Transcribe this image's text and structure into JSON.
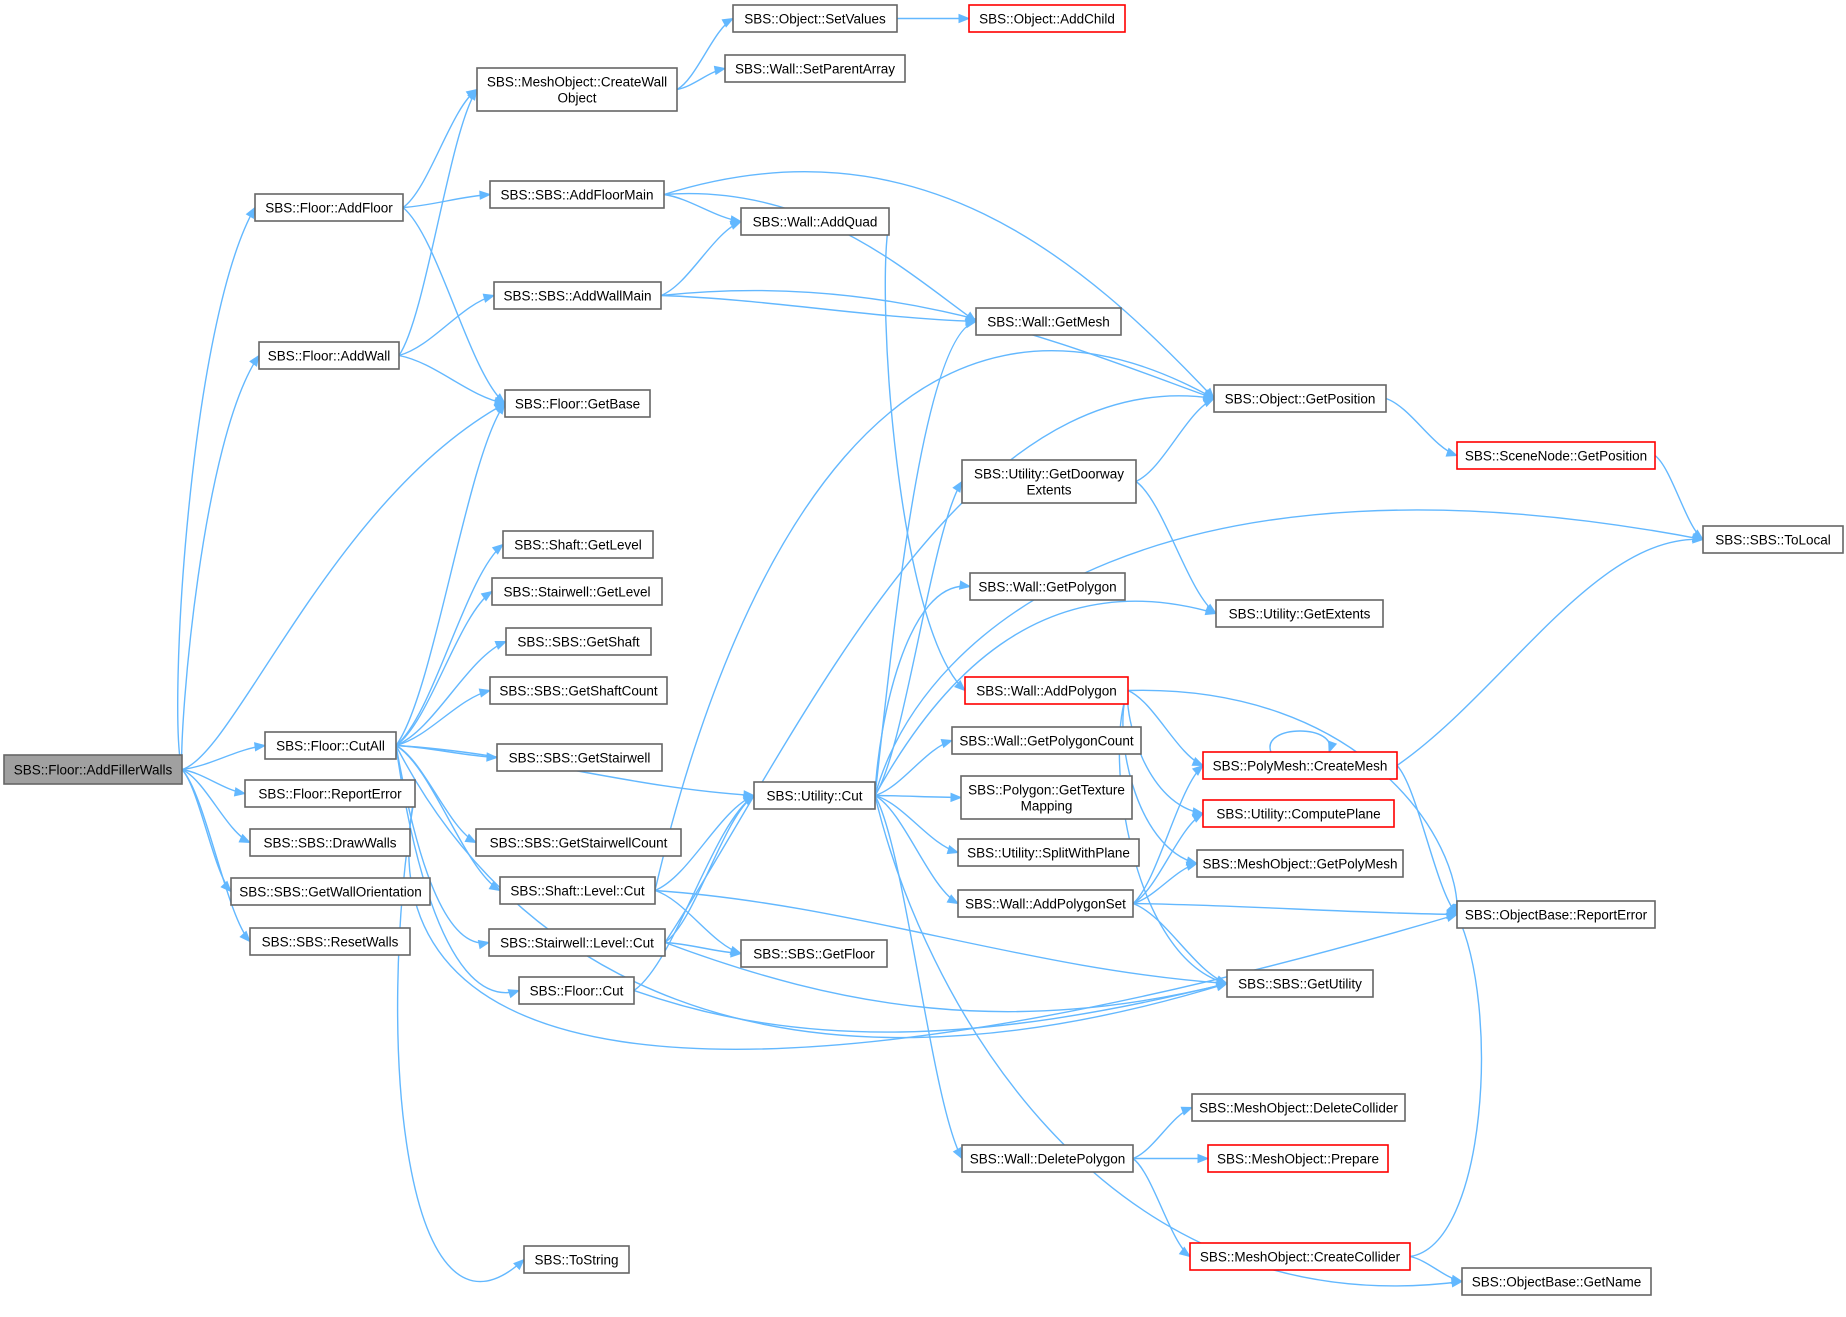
{
  "colors": {
    "edge": "#63b8ff",
    "node_border": "#666666",
    "truncated_border": "#ff0000",
    "root_fill": "#a0a0a0",
    "node_fill": "#ffffff"
  },
  "nodes": [
    {
      "id": "addfillerwalls",
      "lines": [
        "SBS::Floor::AddFillerWalls"
      ],
      "root": true
    },
    {
      "id": "addfloor",
      "lines": [
        "SBS::Floor::AddFloor"
      ]
    },
    {
      "id": "addwall",
      "lines": [
        "SBS::Floor::AddWall"
      ]
    },
    {
      "id": "getbase",
      "lines": [
        "SBS::Floor::GetBase"
      ]
    },
    {
      "id": "cutall",
      "lines": [
        "SBS::Floor::CutAll"
      ]
    },
    {
      "id": "reporterror",
      "lines": [
        "SBS::Floor::ReportError"
      ]
    },
    {
      "id": "drawwalls",
      "lines": [
        "SBS::SBS::DrawWalls"
      ]
    },
    {
      "id": "getwallorientation",
      "lines": [
        "SBS::SBS::GetWallOrientation"
      ]
    },
    {
      "id": "resetwalls",
      "lines": [
        "SBS::SBS::ResetWalls"
      ]
    },
    {
      "id": "createwallobject",
      "lines": [
        "SBS::MeshObject::CreateWall",
        "Object"
      ]
    },
    {
      "id": "setvalues",
      "lines": [
        "SBS::Object::SetValues"
      ]
    },
    {
      "id": "addchild",
      "lines": [
        "SBS::Object::AddChild"
      ],
      "truncated": true
    },
    {
      "id": "setparentarray",
      "lines": [
        "SBS::Wall::SetParentArray"
      ]
    },
    {
      "id": "addfloormain",
      "lines": [
        "SBS::SBS::AddFloorMain"
      ]
    },
    {
      "id": "addquad",
      "lines": [
        "SBS::Wall::AddQuad"
      ]
    },
    {
      "id": "addwallmain",
      "lines": [
        "SBS::SBS::AddWallMain"
      ]
    },
    {
      "id": "getmesh",
      "lines": [
        "SBS::Wall::GetMesh"
      ]
    },
    {
      "id": "objgetposition",
      "lines": [
        "SBS::Object::GetPosition"
      ]
    },
    {
      "id": "scenenodegetposition",
      "lines": [
        "SBS::SceneNode::GetPosition"
      ],
      "truncated": true
    },
    {
      "id": "tolocal",
      "lines": [
        "SBS::SBS::ToLocal"
      ]
    },
    {
      "id": "getdoorwayextents",
      "lines": [
        "SBS::Utility::GetDoorway",
        "Extents"
      ]
    },
    {
      "id": "shaftgetlevel",
      "lines": [
        "SBS::Shaft::GetLevel"
      ]
    },
    {
      "id": "stairwellgetlevel",
      "lines": [
        "SBS::Stairwell::GetLevel"
      ]
    },
    {
      "id": "getshaft",
      "lines": [
        "SBS::SBS::GetShaft"
      ]
    },
    {
      "id": "getshaftcount",
      "lines": [
        "SBS::SBS::GetShaftCount"
      ]
    },
    {
      "id": "getstairwell",
      "lines": [
        "SBS::SBS::GetStairwell"
      ]
    },
    {
      "id": "getstairwellcount",
      "lines": [
        "SBS::SBS::GetStairwellCount"
      ]
    },
    {
      "id": "shaftlevelcut",
      "lines": [
        "SBS::Shaft::Level::Cut"
      ]
    },
    {
      "id": "stairwelllevelcut",
      "lines": [
        "SBS::Stairwell::Level::Cut"
      ]
    },
    {
      "id": "floorcut",
      "lines": [
        "SBS::Floor::Cut"
      ]
    },
    {
      "id": "tostring",
      "lines": [
        "SBS::ToString"
      ]
    },
    {
      "id": "utilitycut",
      "lines": [
        "SBS::Utility::Cut"
      ]
    },
    {
      "id": "getfloor",
      "lines": [
        "SBS::SBS::GetFloor"
      ]
    },
    {
      "id": "getpolygon",
      "lines": [
        "SBS::Wall::GetPolygon"
      ]
    },
    {
      "id": "getextents",
      "lines": [
        "SBS::Utility::GetExtents"
      ]
    },
    {
      "id": "addpolygon",
      "lines": [
        "SBS::Wall::AddPolygon"
      ],
      "truncated": true
    },
    {
      "id": "getpolygoncount",
      "lines": [
        "SBS::Wall::GetPolygonCount"
      ]
    },
    {
      "id": "gettexturemapping",
      "lines": [
        "SBS::Polygon::GetTexture",
        "Mapping"
      ]
    },
    {
      "id": "splitwithplane",
      "lines": [
        "SBS::Utility::SplitWithPlane"
      ]
    },
    {
      "id": "addpolygonset",
      "lines": [
        "SBS::Wall::AddPolygonSet"
      ]
    },
    {
      "id": "createmesh",
      "lines": [
        "SBS::PolyMesh::CreateMesh"
      ],
      "truncated": true
    },
    {
      "id": "computeplane",
      "lines": [
        "SBS::Utility::ComputePlane"
      ],
      "truncated": true
    },
    {
      "id": "getpolymesh",
      "lines": [
        "SBS::MeshObject::GetPolyMesh"
      ]
    },
    {
      "id": "objectbasereporterror",
      "lines": [
        "SBS::ObjectBase::ReportError"
      ]
    },
    {
      "id": "getutility",
      "lines": [
        "SBS::SBS::GetUtility"
      ]
    },
    {
      "id": "deletecollider",
      "lines": [
        "SBS::MeshObject::DeleteCollider"
      ]
    },
    {
      "id": "deletepolygon",
      "lines": [
        "SBS::Wall::DeletePolygon"
      ]
    },
    {
      "id": "prepare",
      "lines": [
        "SBS::MeshObject::Prepare"
      ],
      "truncated": true
    },
    {
      "id": "createcollider",
      "lines": [
        "SBS::MeshObject::CreateCollider"
      ],
      "truncated": true
    },
    {
      "id": "getname",
      "lines": [
        "SBS::ObjectBase::GetName"
      ]
    }
  ],
  "edges": [
    [
      "addfillerwalls",
      "addfloor"
    ],
    [
      "addfillerwalls",
      "addwall"
    ],
    [
      "addfillerwalls",
      "getbase"
    ],
    [
      "addfillerwalls",
      "cutall"
    ],
    [
      "addfillerwalls",
      "reporterror"
    ],
    [
      "addfillerwalls",
      "drawwalls"
    ],
    [
      "addfillerwalls",
      "getwallorientation"
    ],
    [
      "addfillerwalls",
      "resetwalls"
    ],
    [
      "addfloor",
      "createwallobject"
    ],
    [
      "addfloor",
      "addfloormain"
    ],
    [
      "addfloor",
      "getbase"
    ],
    [
      "addwall",
      "createwallobject"
    ],
    [
      "addwall",
      "addwallmain"
    ],
    [
      "addwall",
      "getbase"
    ],
    [
      "createwallobject",
      "setvalues"
    ],
    [
      "createwallobject",
      "setparentarray"
    ],
    [
      "setvalues",
      "addchild"
    ],
    [
      "addfloormain",
      "addquad"
    ],
    [
      "addfloormain",
      "getmesh"
    ],
    [
      "addfloormain",
      "objgetposition"
    ],
    [
      "addwallmain",
      "addquad"
    ],
    [
      "addwallmain",
      "getmesh"
    ],
    [
      "addwallmain",
      "objgetposition"
    ],
    [
      "addquad",
      "addpolygon"
    ],
    [
      "objgetposition",
      "scenenodegetposition"
    ],
    [
      "scenenodegetposition",
      "tolocal"
    ],
    [
      "cutall",
      "getbase"
    ],
    [
      "cutall",
      "shaftgetlevel"
    ],
    [
      "cutall",
      "stairwellgetlevel"
    ],
    [
      "cutall",
      "getshaft"
    ],
    [
      "cutall",
      "getshaftcount"
    ],
    [
      "cutall",
      "getstairwell"
    ],
    [
      "cutall",
      "getstairwellcount"
    ],
    [
      "cutall",
      "shaftlevelcut"
    ],
    [
      "cutall",
      "stairwelllevelcut"
    ],
    [
      "cutall",
      "floorcut"
    ],
    [
      "cutall",
      "utilitycut"
    ],
    [
      "cutall",
      "getutility"
    ],
    [
      "reporterror",
      "tostring"
    ],
    [
      "reporterror",
      "objectbasereporterror"
    ],
    [
      "shaftlevelcut",
      "utilitycut"
    ],
    [
      "shaftlevelcut",
      "getfloor"
    ],
    [
      "shaftlevelcut",
      "getutility"
    ],
    [
      "shaftlevelcut",
      "objgetposition"
    ],
    [
      "stairwelllevelcut",
      "utilitycut"
    ],
    [
      "stairwelllevelcut",
      "getfloor"
    ],
    [
      "stairwelllevelcut",
      "getutility"
    ],
    [
      "stairwelllevelcut",
      "objgetposition"
    ],
    [
      "floorcut",
      "utilitycut"
    ],
    [
      "floorcut",
      "getutility"
    ],
    [
      "utilitycut",
      "getmesh"
    ],
    [
      "utilitycut",
      "getdoorwayextents"
    ],
    [
      "utilitycut",
      "tolocal"
    ],
    [
      "utilitycut",
      "getpolygon"
    ],
    [
      "utilitycut",
      "getextents"
    ],
    [
      "utilitycut",
      "getpolygoncount"
    ],
    [
      "utilitycut",
      "gettexturemapping"
    ],
    [
      "utilitycut",
      "splitwithplane"
    ],
    [
      "utilitycut",
      "addpolygonset"
    ],
    [
      "utilitycut",
      "deletepolygon"
    ],
    [
      "utilitycut",
      "getname"
    ],
    [
      "getdoorwayextents",
      "objgetposition"
    ],
    [
      "getdoorwayextents",
      "getextents"
    ],
    [
      "addpolygon",
      "createmesh"
    ],
    [
      "addpolygon",
      "computeplane"
    ],
    [
      "addpolygon",
      "getpolymesh"
    ],
    [
      "addpolygon",
      "getutility"
    ],
    [
      "addpolygon",
      "objectbasereporterror"
    ],
    [
      "addpolygonset",
      "createmesh"
    ],
    [
      "addpolygonset",
      "computeplane"
    ],
    [
      "addpolygonset",
      "getpolymesh"
    ],
    [
      "addpolygonset",
      "getutility"
    ],
    [
      "addpolygonset",
      "objectbasereporterror"
    ],
    [
      "createmesh",
      "createmesh"
    ],
    [
      "createmesh",
      "tolocal"
    ],
    [
      "createmesh",
      "objectbasereporterror"
    ],
    [
      "deletepolygon",
      "deletecollider"
    ],
    [
      "deletepolygon",
      "prepare"
    ],
    [
      "deletepolygon",
      "createcollider"
    ],
    [
      "createcollider",
      "objectbasereporterror"
    ],
    [
      "createcollider",
      "getname"
    ]
  ]
}
